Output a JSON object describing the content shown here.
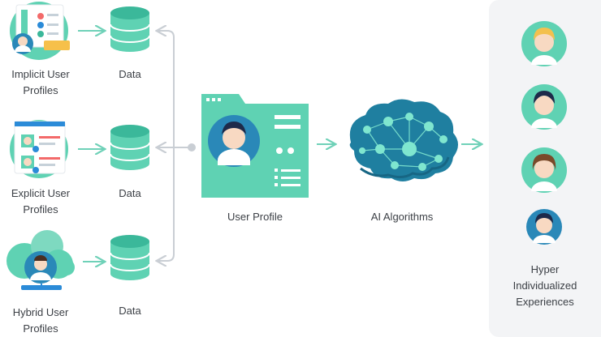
{
  "colors": {
    "teal": "#5fd2b3",
    "teal_dark": "#3bb89a",
    "arrow": "#6fd1b8",
    "connector": "#c9ced4",
    "brain": "#1f7fa0",
    "panel": "#f3f4f6"
  },
  "sources": [
    {
      "label": "Implicit User\nProfiles",
      "data_label": "Data",
      "icon": "implicit-profile-icon"
    },
    {
      "label": "Explicit User\nProfiles",
      "data_label": "Data",
      "icon": "explicit-profile-icon"
    },
    {
      "label": "Hybrid User\nProfiles",
      "data_label": "Data",
      "icon": "hybrid-profile-icon"
    }
  ],
  "user_profile": {
    "label": "User Profile",
    "icon": "user-profile-card-icon"
  },
  "ai": {
    "label": "AI Algorithms",
    "icon": "brain-network-icon"
  },
  "output": {
    "label": "Hyper\nIndividualized\nExperiences",
    "icons": [
      "person-blonde-icon",
      "person-dark-hair-icon",
      "person-brown-hair-icon",
      "person-short-hair-icon"
    ]
  }
}
